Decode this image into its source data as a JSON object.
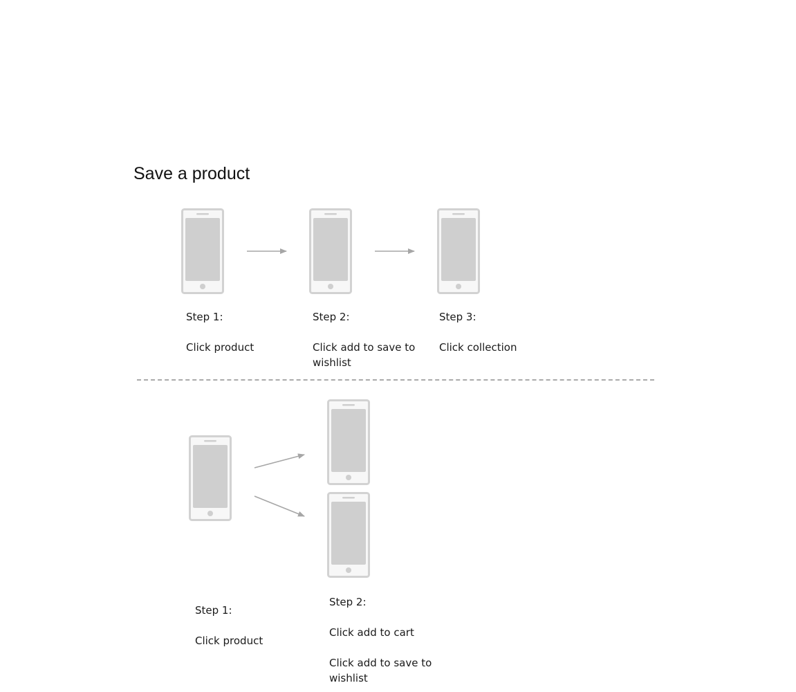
{
  "title": "Save a product",
  "flow_a": {
    "step1": {
      "label": "Step 1:",
      "action": "Click product"
    },
    "step2": {
      "label": "Step 2:",
      "action_line1": "Click add to save to",
      "action_line2": "wishlist"
    },
    "step3": {
      "label": "Step 3:",
      "action": "Click collection"
    }
  },
  "flow_b": {
    "step1": {
      "label": "Step 1:",
      "action": "Click product"
    },
    "step2": {
      "label": "Step 2:",
      "action_a": "Click add to cart",
      "action_b_line1": "Click add to save to",
      "action_b_line2": "wishlist"
    }
  },
  "colors": {
    "phone_outline": "#d2d2d2",
    "phone_screen": "#cfcfcf",
    "phone_body": "#f7f7f7",
    "arrow": "#a6a6a6",
    "divider": "#aaaaaa"
  }
}
